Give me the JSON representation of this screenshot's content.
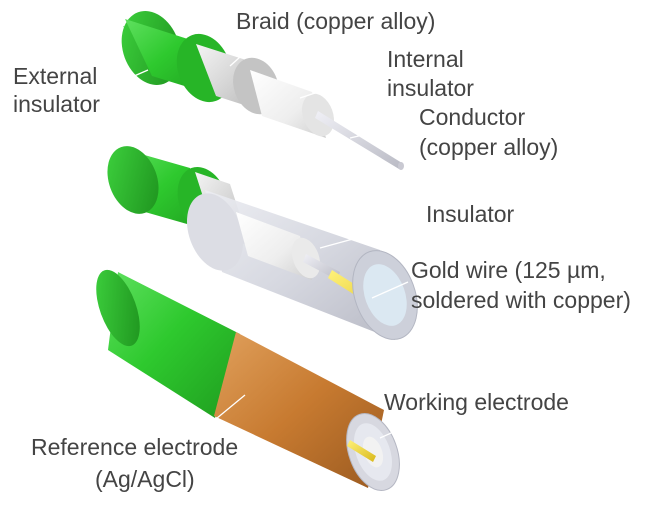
{
  "labels": {
    "braid": "Braid (copper alloy)",
    "external_insulator": [
      "External",
      "insulator"
    ],
    "internal_insulator": [
      "Internal",
      "insulator"
    ],
    "conductor": [
      "Conductor",
      "(copper alloy)"
    ],
    "insulator": "Insulator",
    "gold_wire": [
      "Gold wire (125 µm,",
      "soldered with copper)"
    ],
    "working_electrode": "Working electrode",
    "reference_electrode": [
      "Reference electrode",
      "(Ag/AgCl)"
    ]
  },
  "colors": {
    "external_insulator": "#2ecc2e",
    "braid": "#d8d8d8",
    "internal_insulator": "#f2f2f2",
    "conductor": "#cfcfd6",
    "insulator_tube": "#cfd1da",
    "gold_wire": "#f0dc3a",
    "reference_electrode": "#c97a30",
    "label_text": "#444444"
  }
}
